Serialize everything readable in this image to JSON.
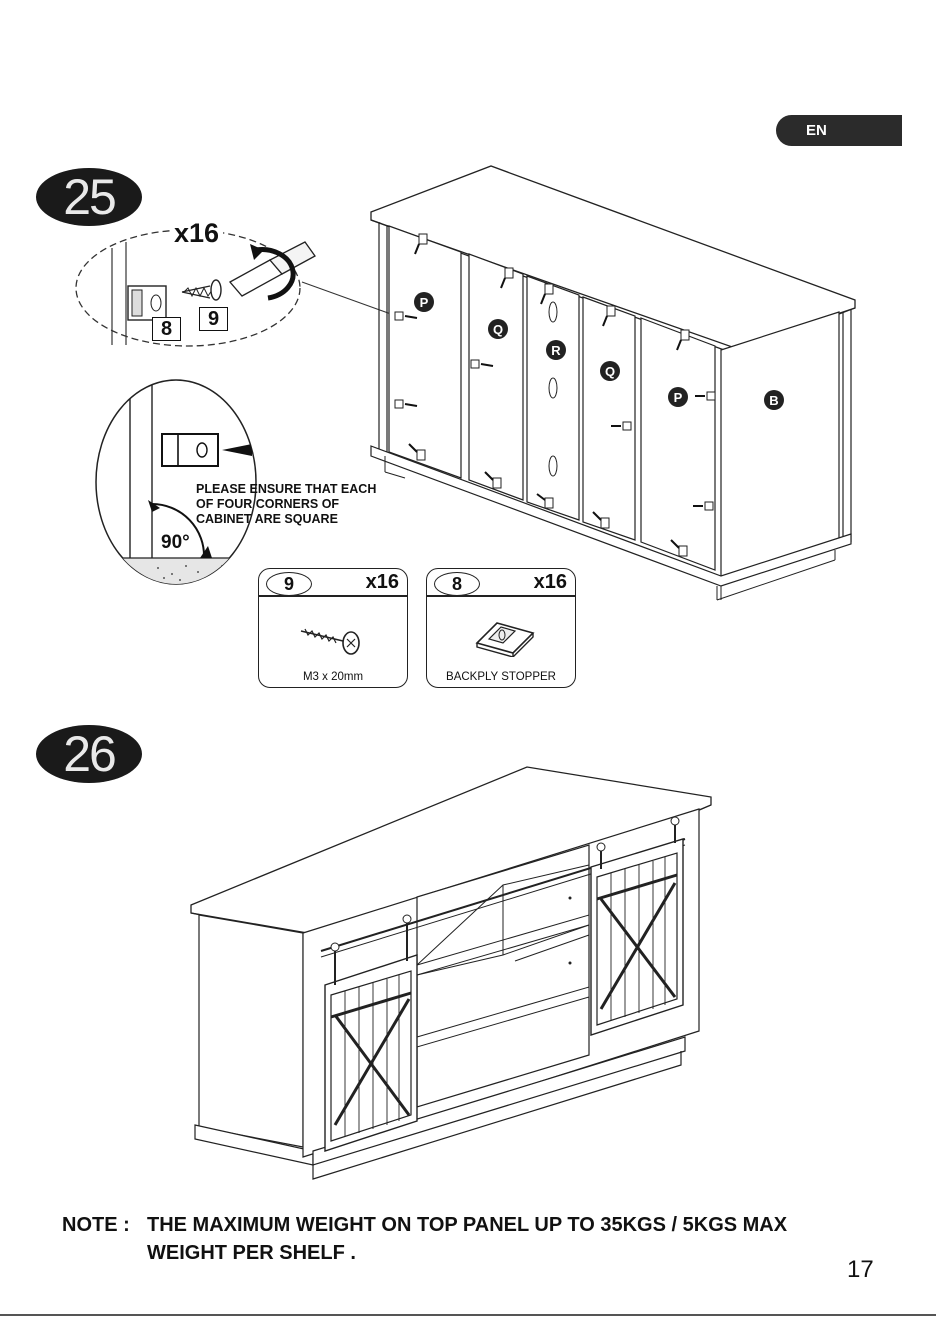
{
  "header": {
    "language": "EN"
  },
  "step25": {
    "number": "25",
    "quantity": "x16",
    "callout_parts": [
      "8",
      "9"
    ],
    "warning": [
      "PLEASE ENSURE THAT EACH",
      "OF FOUR CORNERS OF",
      "CABINET ARE SQUARE"
    ],
    "angle": "90°",
    "panel_letters": [
      "P",
      "Q",
      "R",
      "Q",
      "P",
      "B"
    ],
    "parts": [
      {
        "id": "9",
        "qty": "x16",
        "desc": "M3 x 20mm",
        "icon": "screw-icon"
      },
      {
        "id": "8",
        "qty": "x16",
        "desc": "BACKPLY STOPPER",
        "icon": "backply-stopper-icon"
      }
    ]
  },
  "step26": {
    "number": "26"
  },
  "note": {
    "label": "NOTE :",
    "line1": "THE MAXIMUM WEIGHT ON TOP PANEL UP TO 35KGS / 5KGS MAX",
    "line2": "WEIGHT PER SHELF ."
  },
  "footer": {
    "page": "17"
  }
}
